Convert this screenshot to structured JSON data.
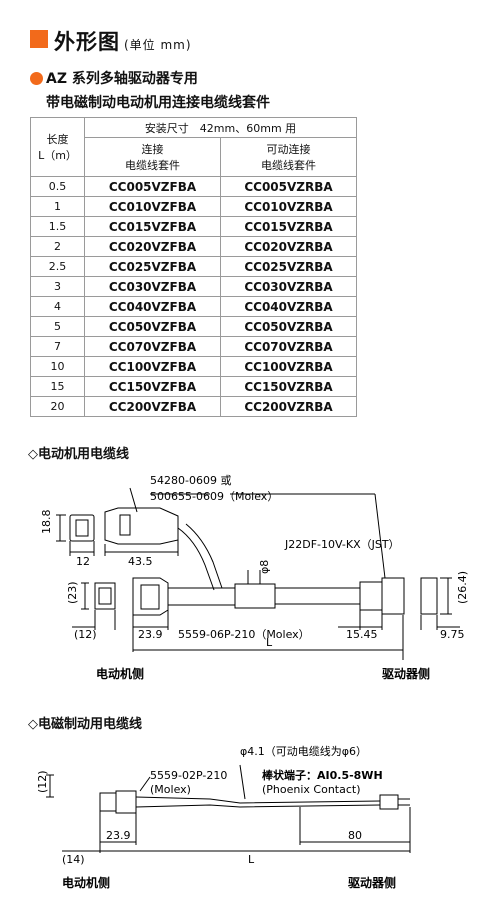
{
  "header": {
    "title": "外形图",
    "unit": "(单位 mm)",
    "accent_color": "#f26a1b"
  },
  "subtitle": {
    "line1": "AZ 系列多轴驱动器专用",
    "line2": "带电磁制动电动机用连接电缆线套件"
  },
  "table": {
    "len_header_1": "长度",
    "len_header_2": "L（m）",
    "size_header": "安装尺寸　42mm、60mm 用",
    "col1_header_1": "连接",
    "col1_header_2": "电缆线套件",
    "col2_header_1": "可动连接",
    "col2_header_2": "电缆线套件",
    "rows": [
      {
        "len": "0.5",
        "c1": "CC005VZFBA",
        "c2": "CC005VZRBA"
      },
      {
        "len": "1",
        "c1": "CC010VZFBA",
        "c2": "CC010VZRBA"
      },
      {
        "len": "1.5",
        "c1": "CC015VZFBA",
        "c2": "CC015VZRBA"
      },
      {
        "len": "2",
        "c1": "CC020VZFBA",
        "c2": "CC020VZRBA"
      },
      {
        "len": "2.5",
        "c1": "CC025VZFBA",
        "c2": "CC025VZRBA"
      },
      {
        "len": "3",
        "c1": "CC030VZFBA",
        "c2": "CC030VZRBA"
      },
      {
        "len": "4",
        "c1": "CC040VZFBA",
        "c2": "CC040VZRBA"
      },
      {
        "len": "5",
        "c1": "CC050VZFBA",
        "c2": "CC050VZRBA"
      },
      {
        "len": "7",
        "c1": "CC070VZFBA",
        "c2": "CC070VZRBA"
      },
      {
        "len": "10",
        "c1": "CC100VZFBA",
        "c2": "CC100VZRBA"
      },
      {
        "len": "15",
        "c1": "CC150VZFBA",
        "c2": "CC150VZRBA"
      },
      {
        "len": "20",
        "c1": "CC200VZFBA",
        "c2": "CC200VZRBA"
      }
    ]
  },
  "section1": {
    "title": "◇电动机用电缆线",
    "lbl_part1": "54280-0609 或",
    "lbl_part2": "500655-0609（Molex）",
    "lbl_jst": "J22DF-10V-KX（JST）",
    "dim_188": "18.8",
    "dim_12": "12",
    "dim_435": "43.5",
    "dim_phi8": "φ8",
    "dim_23": "(23)",
    "dim_264": "(26.4)",
    "dim_12p": "(12)",
    "dim_239": "23.9",
    "lbl_5559": "5559-06P-210（Molex）",
    "dim_1545": "15.45",
    "dim_975": "9.75",
    "dim_L": "L",
    "side_motor": "电动机侧",
    "side_driver": "驱动器侧"
  },
  "section2": {
    "title": "◇电磁制动用电缆线",
    "lbl_phi": "φ4.1（可动电缆线为φ6）",
    "lbl_5559_1": "5559-02P-210",
    "lbl_5559_2": "(Molex)",
    "lbl_term_1": "棒状端子：AI0.5-8WH",
    "lbl_term_2": "(Phoenix Contact)",
    "dim_12": "(12)",
    "dim_239": "23.9",
    "dim_80": "80",
    "dim_14": "(14)",
    "dim_L": "L",
    "side_motor": "电动机侧",
    "side_driver": "驱动器侧"
  }
}
